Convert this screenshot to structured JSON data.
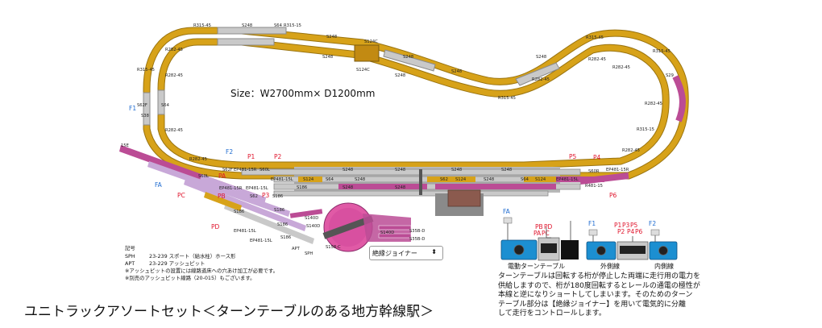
{
  "title": "ユニトラックアソートセット＜ターンテーブルのある地方幹線駅＞",
  "size_label": "Size：W2700mm× D1200mm",
  "legend_box_label": "絶縁ジョイナー",
  "legend_box_arrows": "⬍",
  "notes": {
    "heading": "記号",
    "lines": [
      {
        "code": "SPH",
        "text": "23-239 スポート（給水柱）ホース形"
      },
      {
        "code": "APT",
        "text": "23-229 アッシュピット"
      }
    ],
    "remarks": [
      "※アッシュピットの設置には線路道床への穴あけ加工が必要です。",
      "※別売のアッシュピット線路（20-015）もございます。"
    ]
  },
  "description": [
    "ターンテーブルは回転する桁が停止した両端に走行用の電力を",
    "供給しますので、桁が180度回転するとレールの通電の極性が",
    "本線と逆になりショートしてしまいます。そのためのターン",
    "テーブル部分は【絶縁ジョイナー】を用いて電気的に分離",
    "して走行をコントロールします。"
  ],
  "controllers": {
    "turntable_label": "電動ターンテーブル",
    "outer_label": "外側線",
    "inner_label": "内側線",
    "left_feeders": [
      "FA",
      "PA",
      "PB",
      "PC",
      "PD"
    ],
    "outer_feeders": [
      "F1",
      "P1",
      "P2",
      "P3",
      "P4",
      "P5",
      "P6"
    ],
    "inner_feeders": [
      "F2"
    ]
  },
  "feeders": {
    "F1": "F1",
    "F2": "F2",
    "FA": "FA",
    "P1": "P1",
    "P2": "P2",
    "P3": "P3",
    "P4": "P4",
    "P5": "P5",
    "P6": "P6",
    "PA": "PA",
    "PB": "PB",
    "PC": "PC",
    "PD": "PD"
  },
  "track_labels": {
    "r315_45_a": "R315-45",
    "s248_a": "S248",
    "s64_a": "S64",
    "r315_15": "R315-15",
    "r282_45_a": "R282-45",
    "s248_b": "S248",
    "s124c_a": "S124C",
    "s248_c": "S248",
    "r315_45_b": "R315-45",
    "s124c_b": "S124C",
    "s248_d": "S248",
    "s248_e": "S248",
    "r315_45_c": "R315-45",
    "r282_45_b": "R282-45",
    "r282_45_c": "R282-45",
    "r315_45_d": "R315-45",
    "s248_f": "S248",
    "r282_45_d": "R282-45",
    "s62f": "S62F",
    "s64_b": "S64",
    "s38": "S38",
    "s248_g": "S248",
    "r282_45_e": "R282-45",
    "r282_45_f": "R282-45",
    "s248_h": "S248",
    "r282_45_g": "R282-45",
    "r315_15_b": "R315-15",
    "s29": "S29",
    "r481_15": "R481-15",
    "r282_45_h": "R282-45",
    "s248_i": "S248",
    "r315_15_c": "R315-15",
    "s248_j": "S248",
    "r282_45_i": "R282-45",
    "s62f_b": "S62F",
    "ep481_15r_a": "EP481-15R",
    "s60l": "S60L",
    "ep481_15l_a": "EP481-15L",
    "s248_k": "S248",
    "s248_l": "S248",
    "s60r": "S60R",
    "s64_c": "S64",
    "s60l_b": "S60L",
    "s124_a": "S124",
    "ep481_15r_b": "EP481-15R",
    "ep481_15l_b": "EP481-15L",
    "s60r_b": "S60R",
    "s64_d": "S64",
    "s62_a": "S62",
    "s124_b": "S124",
    "s248_m": "S248",
    "s248_n": "S248",
    "s62_b": "S62",
    "s64_e": "S64",
    "s124_c": "S124",
    "ep481_15l_c": "EP481-15L",
    "ep481_15r_c": "EP481-15R",
    "s186": "S186",
    "s248_o": "S248",
    "s248_p": "S248",
    "s248_q": "S248",
    "s248_r": "S248",
    "r481_15_b": "R481-15",
    "s62_c": "S62",
    "s64_f": "S64",
    "s186_b": "S186",
    "ep481_15l_d": "EP481-15L",
    "s186_c": "S186",
    "s64_g": "S64",
    "s45": "S45",
    "s62_d": "S62",
    "s186_d": "S186",
    "s140d": "S140D",
    "s186_e": "S186",
    "s140d_b": "S140D",
    "s35b_d": "S35B-D",
    "s35b_d_b": "S35B-D",
    "s140d_c": "S140D",
    "s35b_d_c": "S35B-D",
    "ep481_15l_e": "EP481-15L",
    "ep481_15l_f": "EP481-15L",
    "s186_f": "S186",
    "s186_g": "S186",
    "apt": "APT",
    "sph": "SPH",
    "s158_c": "S158-C",
    "s15e": "15E",
    "r481_15_c": "R481-15"
  },
  "colors": {
    "mainline": "#d7a219",
    "mainline_edge": "#9a7410",
    "siding": "#c9c9c9",
    "siding_edge": "#8a8a8a",
    "engine_track": "#bb4c95",
    "engine_track_light": "#c8a8d8",
    "turntable": "#e05aa6",
    "building": "#8b5a4e",
    "feeder_red": "#e0142c",
    "feeder_blue": "#1e6bd0",
    "controller_blue": "#1c8fd1"
  }
}
